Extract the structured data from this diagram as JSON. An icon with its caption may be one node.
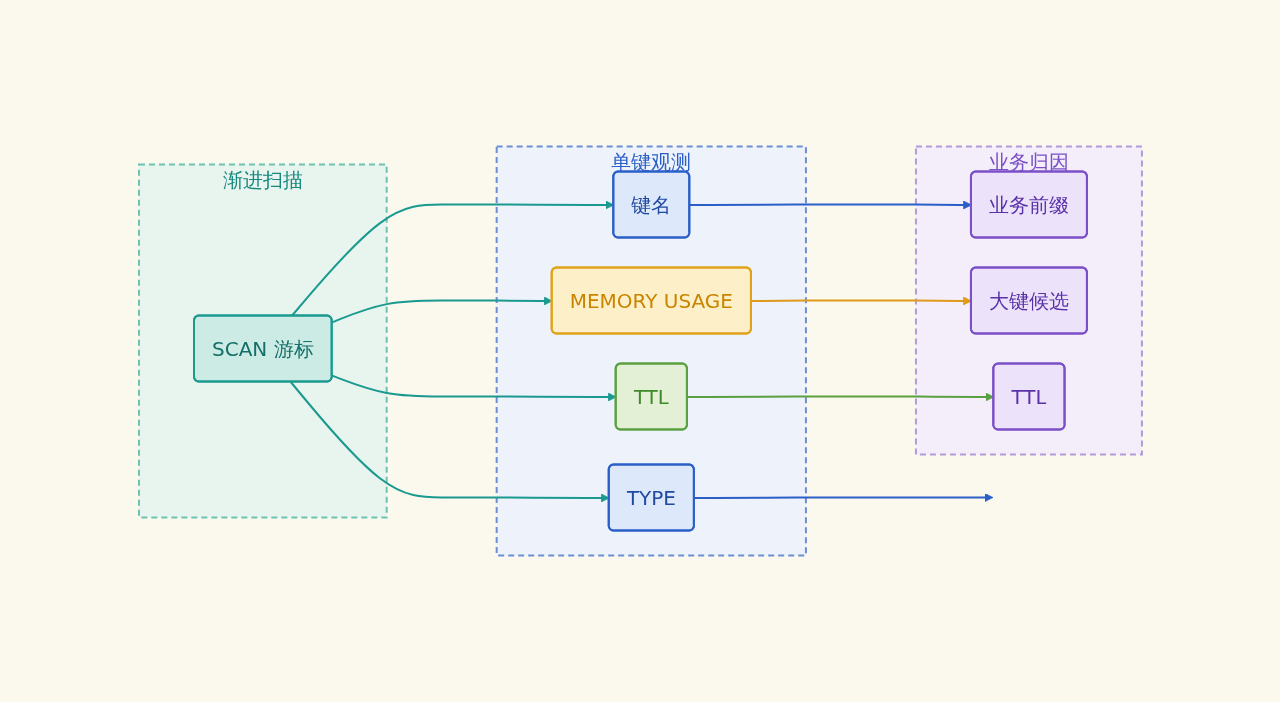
{
  "diagram": {
    "nodes": [
      {
        "text": [
          "渐进扫描"
        ]
      },
      {
        "text": [
          "SCAN 游标"
        ],
        "in": 0
      },
      {
        "text": [
          "单键观测"
        ]
      },
      {
        "text": [
          "键名"
        ],
        "in": 2
      },
      {
        "text": [
          "TYPE"
        ],
        "in": 2
      },
      {
        "text": [
          "MEMORY USAGE"
        ],
        "in": 2
      },
      {
        "text": [
          "TTL"
        ],
        "in": 2
      },
      {
        "text": [
          "业务归因"
        ]
      },
      {
        "text": [
          "业务前缀"
        ],
        "in": 7
      },
      {
        "text": [
          "大键候选"
        ],
        "in": 7
      },
      {
        "text": [
          "TTL"
        ],
        "in": 7
      }
    ],
    "edges": [
      {
        "from": 1,
        "to": 3,
        "arrow": "to"
      },
      {
        "from": 1,
        "to": 4,
        "arrow": "to"
      },
      {
        "from": 1,
        "to": 5,
        "arrow": "to"
      },
      {
        "from": 1,
        "to": 6,
        "arrow": "to"
      },
      {
        "from": 3,
        "to": 8,
        "arrow": "to",
        "color": "#2a5fc8"
      },
      {
        "from": 4,
        "to": null,
        "arrow": "to",
        "color": "#2a5fc8"
      },
      {
        "from": 5,
        "to": 9,
        "arrow": "to",
        "color": "#e09a1a"
      },
      {
        "from": 6,
        "to": 10,
        "arrow": "to",
        "color": "#5aa040"
      }
    ]
  }
}
